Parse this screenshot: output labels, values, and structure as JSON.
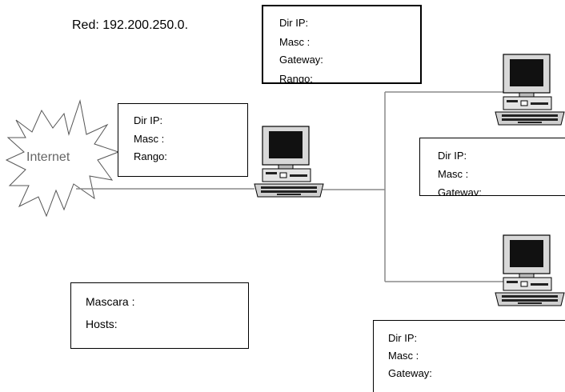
{
  "network_label": "Red: 192.200.250.0.",
  "cloud_label": "Internet",
  "box_router": {
    "lines": [
      "Dir IP:",
      "Masc :",
      "Rango:"
    ]
  },
  "box_top": {
    "lines": [
      "Dir IP:",
      "Masc :",
      "Gateway:",
      "Rango:"
    ]
  },
  "box_right_mid": {
    "lines": [
      "Dir IP:",
      "Masc :",
      "Gateway:"
    ]
  },
  "box_bottom_right": {
    "lines": [
      "Dir IP:",
      "Masc :",
      "Gateway:"
    ]
  },
  "box_mask_hosts": {
    "lines": [
      "Mascara :",
      "Hosts:"
    ]
  },
  "icons": [
    "cloud-icon",
    "computer-icon"
  ],
  "colors": {
    "line": "#8a8a8a",
    "border": "#000000",
    "screen": "#111111"
  }
}
